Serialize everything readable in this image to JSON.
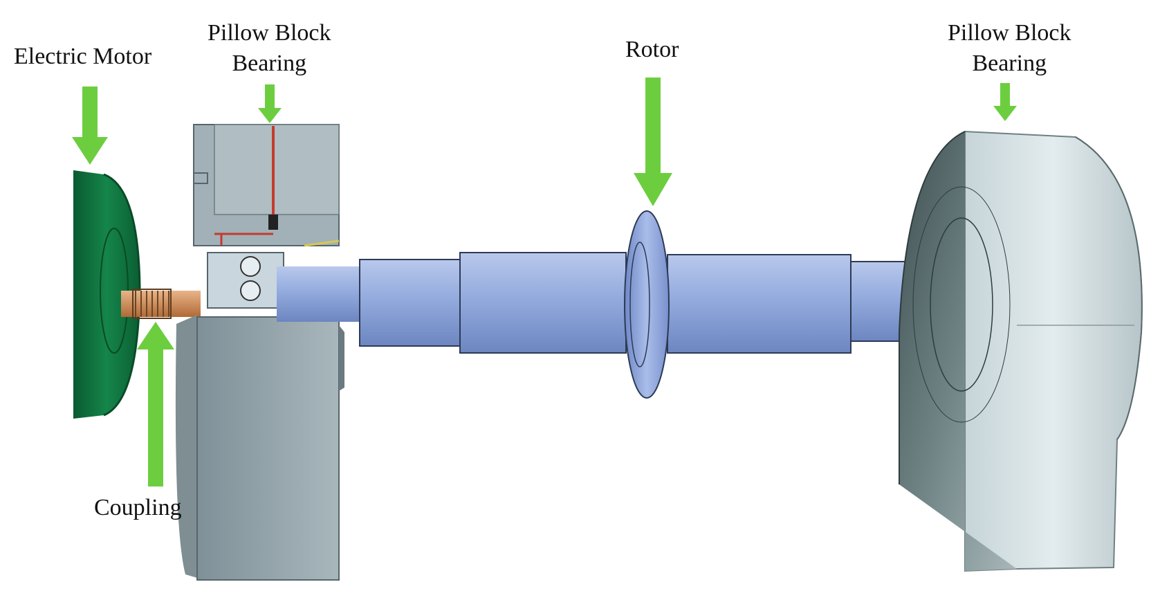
{
  "labels": {
    "electric_motor": "Electric Motor",
    "bearing_left_line1": "Pillow Block",
    "bearing_left_line2": "Bearing",
    "rotor": "Rotor",
    "bearing_right_line1": "Pillow Block",
    "bearing_right_line2": "Bearing",
    "coupling": "Coupling"
  },
  "colors": {
    "arrow": "#6cce3f",
    "motor": "#0d6b3a",
    "shaft": "#8fa6d8",
    "housing": "#9aaab0",
    "coupling": "#c9834a",
    "oil_line": "#c43a2e"
  },
  "icons": {
    "arrow": "down-arrow-icon / up-arrow-icon"
  }
}
